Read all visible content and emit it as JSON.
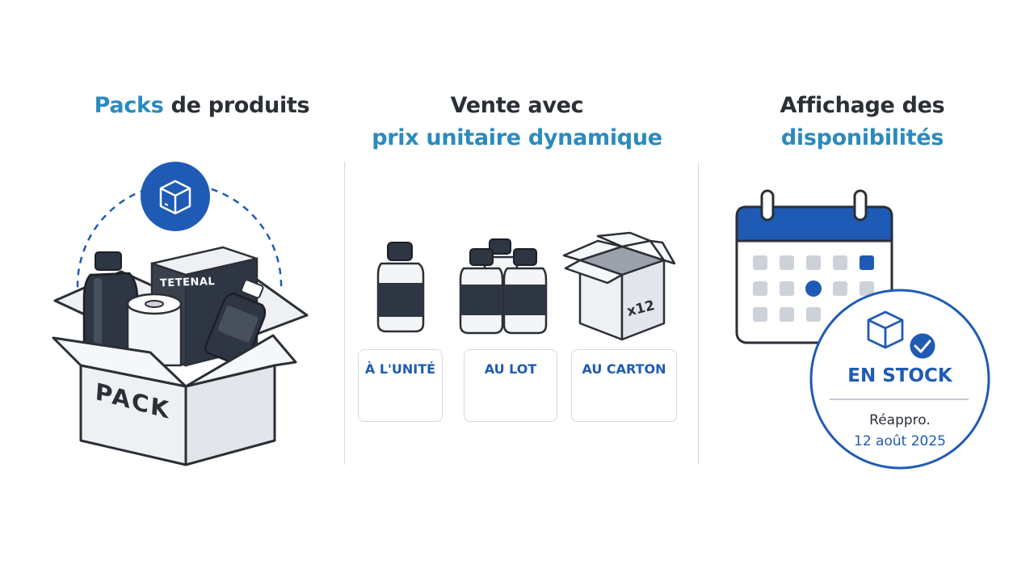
{
  "sections": {
    "packs": {
      "title_accent": "Packs",
      "title_rest": " de produits",
      "box_label": "PACK",
      "brand_label": "TETENAL"
    },
    "pricing": {
      "title_line1": "Vente avec",
      "title_line2": "prix unitaire dynamique",
      "carton_label": "x12",
      "options": [
        {
          "label": "À L'UNITÉ",
          "icon": "underline-icon"
        },
        {
          "label": "AU LOT",
          "icon": "bottles-icon"
        },
        {
          "label": "AU CARTON",
          "icon": "box-icon"
        }
      ]
    },
    "availability": {
      "title_line1": "Affichage des",
      "title_line2": "disponibilités",
      "status": "EN STOCK",
      "restock_label": "Réappro.",
      "restock_date": "12 août 2025",
      "icons": [
        "calendar-icon",
        "box-check-icon"
      ]
    }
  },
  "colors": {
    "accent": "#2a8bbd",
    "brand_blue": "#1f5bb5",
    "dark": "#2b2f36",
    "bottle": "#2f3643"
  }
}
